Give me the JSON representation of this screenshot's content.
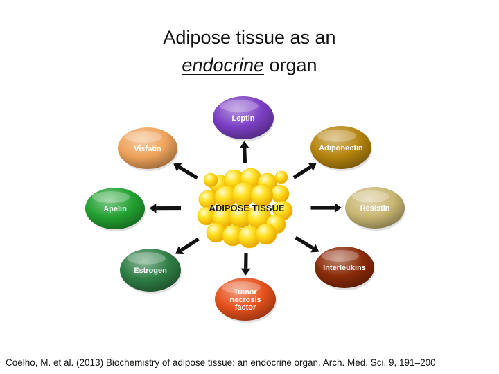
{
  "title": {
    "line1": "Adipose tissue as an",
    "line2_emphasis": "endocrine",
    "line2_rest": " organ"
  },
  "center": {
    "label": "ADIPOSE TISSUE"
  },
  "nodes": [
    {
      "id": "leptin",
      "label_lines": [
        "Leptin"
      ],
      "color": "#7b3fc4"
    },
    {
      "id": "adiponectin",
      "label_lines": [
        "Adiponectin"
      ],
      "color": "#b5840f"
    },
    {
      "id": "resistin",
      "label_lines": [
        "Resistin"
      ],
      "color": "#c9b774"
    },
    {
      "id": "interleukins",
      "label_lines": [
        "Interleukins"
      ],
      "color": "#8a2b08"
    },
    {
      "id": "tnf",
      "label_lines": [
        "Tumor",
        "necrosis",
        "factor"
      ],
      "color": "#e5511c"
    },
    {
      "id": "estrogen",
      "label_lines": [
        "Estrogen"
      ],
      "color": "#2e7d45"
    },
    {
      "id": "apelin",
      "label_lines": [
        "Apelin"
      ],
      "color": "#22a030"
    },
    {
      "id": "visfatin",
      "label_lines": [
        "Visfatin"
      ],
      "color": "#eea25a"
    }
  ],
  "citation": "Coelho, M. et al. (2013) Biochemistry of adipose tissue: an endocrine organ. Arch. Med. Sci. 9, 191–200"
}
